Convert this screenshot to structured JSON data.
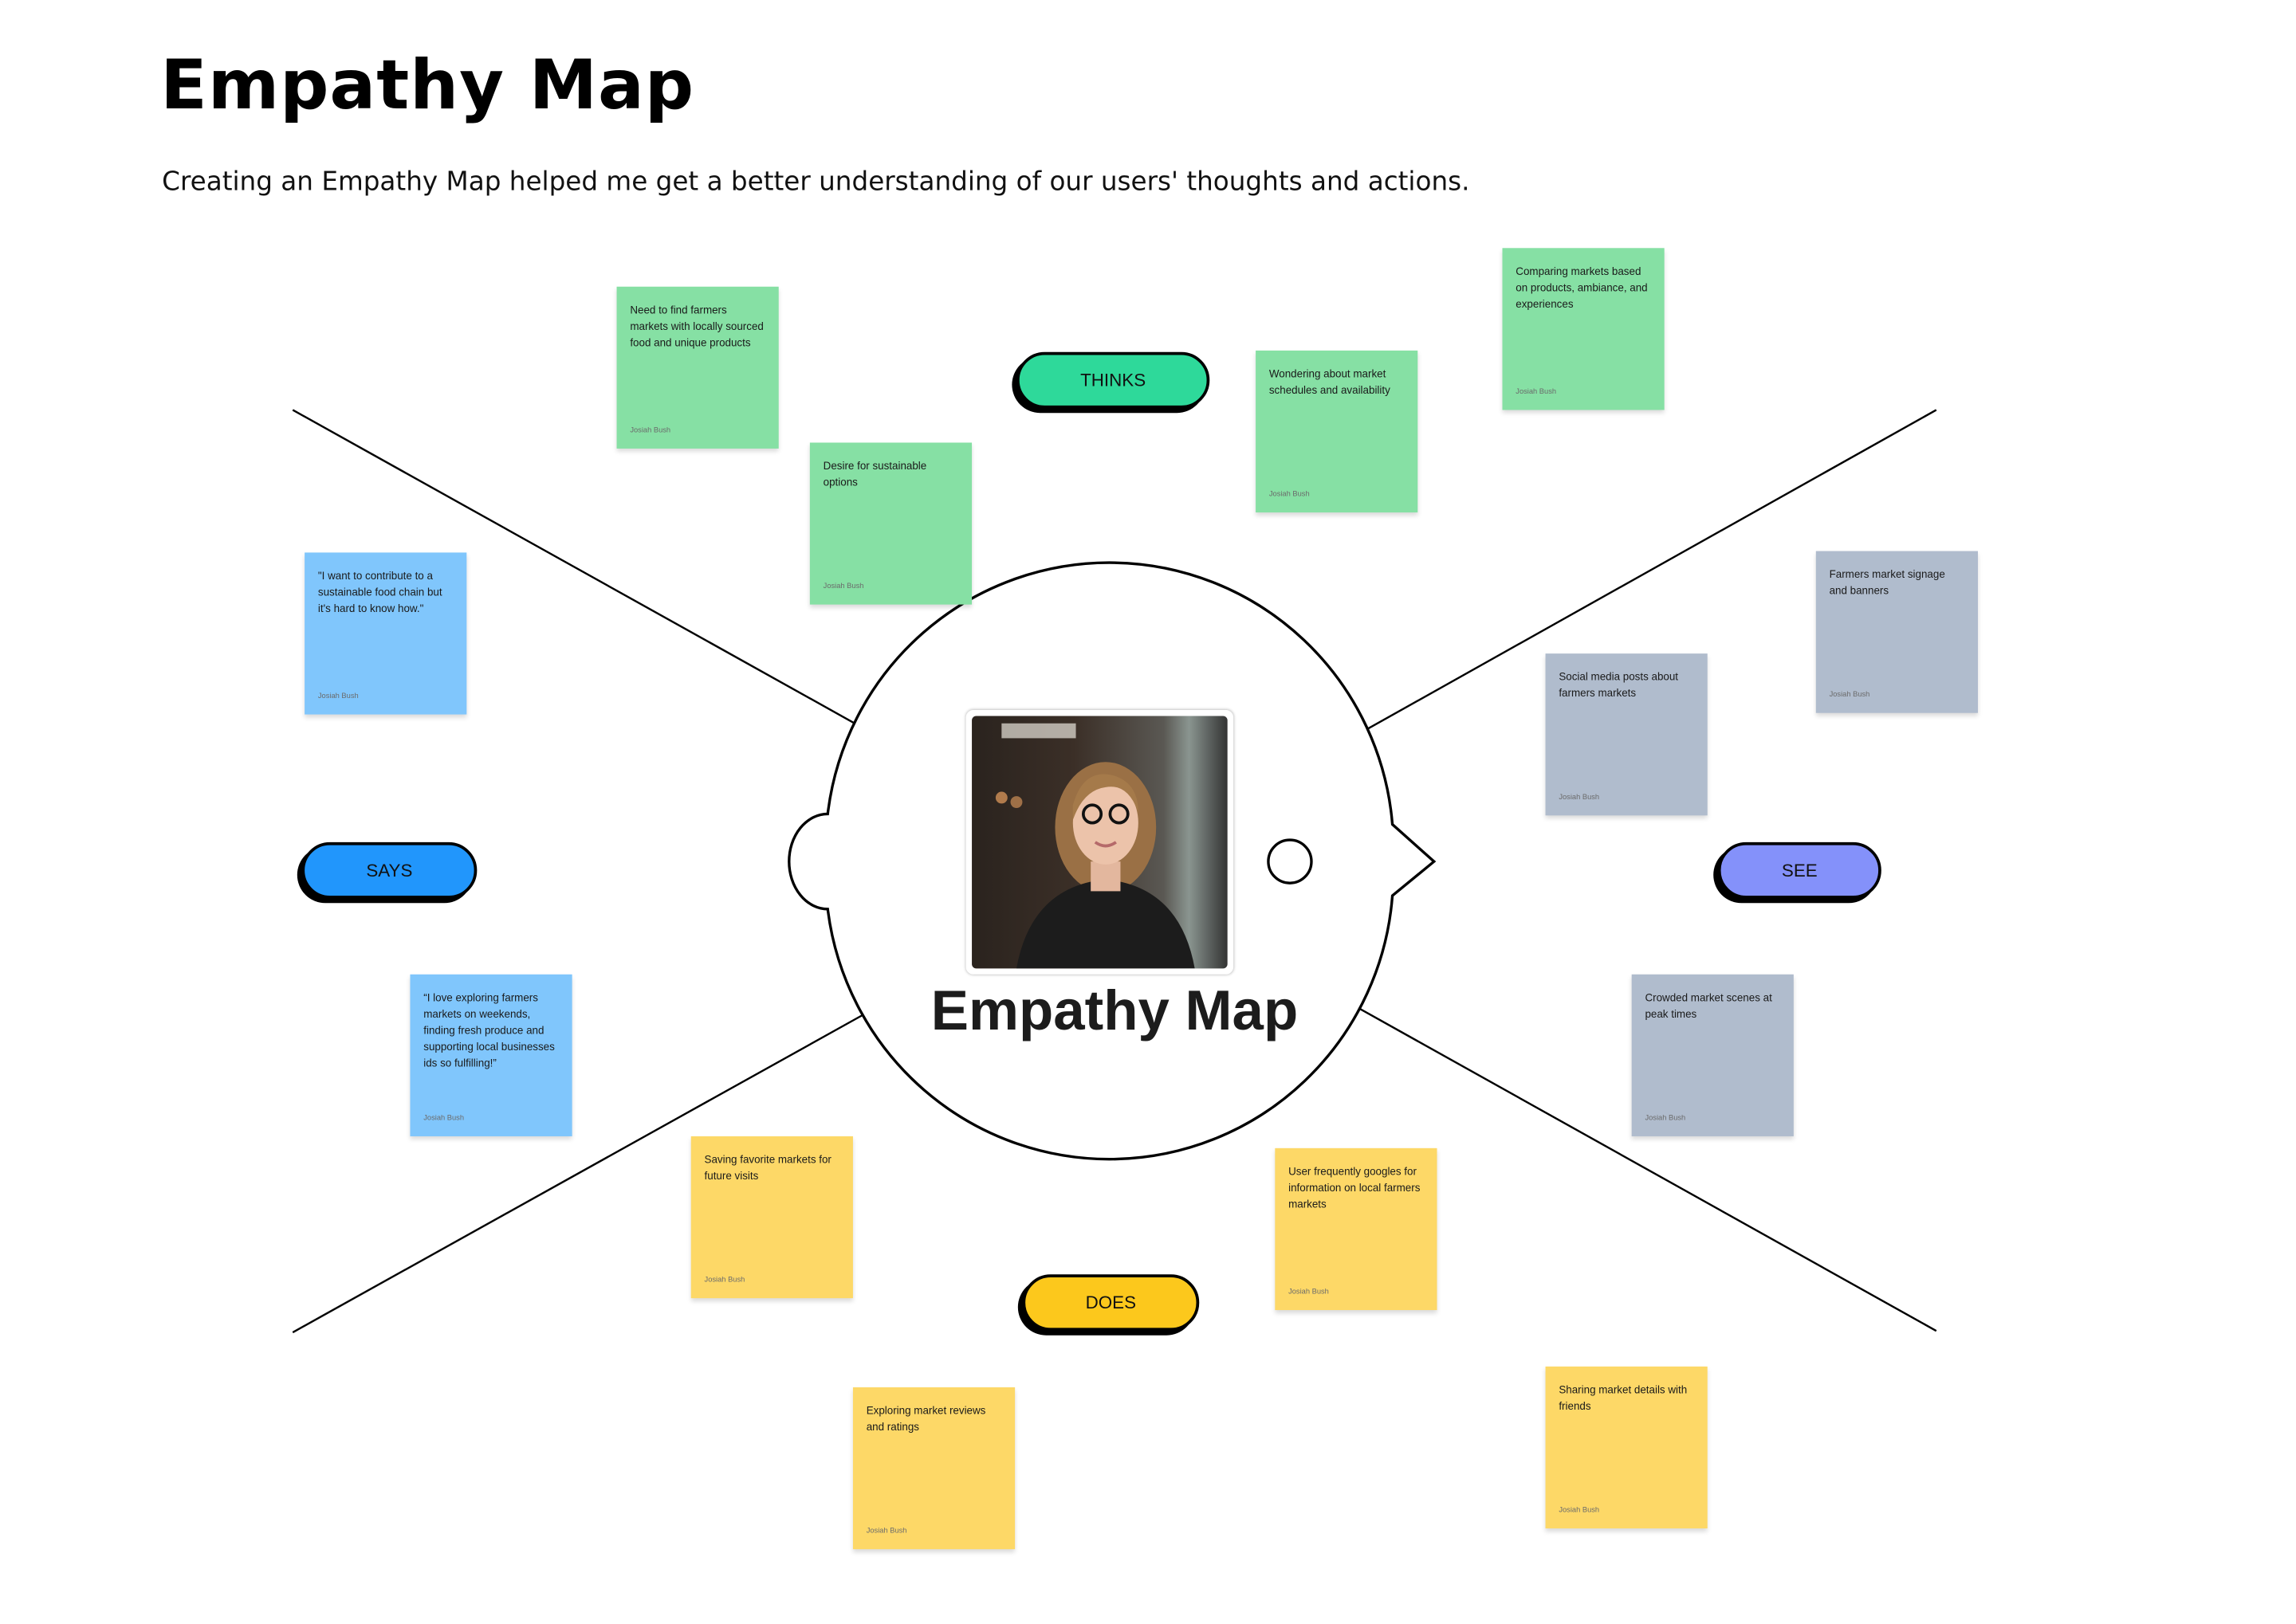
{
  "header": {
    "title": "Empathy Map",
    "subtitle": "Creating an Empathy Map helped me get a better understanding of our users' thoughts and actions."
  },
  "center": {
    "title": "Empathy Map",
    "photo": "user-persona-photo"
  },
  "quadrants": {
    "thinks": {
      "label": "THINKS",
      "color": "#2ed99a"
    },
    "says": {
      "label": "SAYS",
      "color": "#2196fc"
    },
    "see": {
      "label": "SEE",
      "color": "#8491fa"
    },
    "does": {
      "label": "DOES",
      "color": "#fcc81c"
    }
  },
  "notes": {
    "thinks": [
      {
        "text": "Need to find farmers markets with locally sourced food and unique products",
        "author": "Josiah Bush"
      },
      {
        "text": "Desire for sustainable options",
        "author": "Josiah Bush"
      },
      {
        "text": "Wondering about market schedules and availability",
        "author": "Josiah Bush"
      },
      {
        "text": "Comparing markets based on products, ambiance, and experiences",
        "author": "Josiah Bush"
      }
    ],
    "says": [
      {
        "text": "\"I want to contribute to a sustainable food chain but it's hard to know how.\"",
        "author": "Josiah Bush"
      },
      {
        "text": "“I love exploring farmers markets on weekends, finding fresh produce and supporting local businesses ids so fulfilling!”",
        "author": "Josiah Bush"
      }
    ],
    "see": [
      {
        "text": "Farmers market signage and banners",
        "author": "Josiah Bush"
      },
      {
        "text": "Social media posts about farmers markets",
        "author": "Josiah Bush"
      },
      {
        "text": "Crowded market scenes at peak times",
        "author": "Josiah Bush"
      }
    ],
    "does": [
      {
        "text": "Saving favorite markets for future visits",
        "author": "Josiah Bush"
      },
      {
        "text": "User frequently googles for information on local farmers markets",
        "author": "Josiah Bush"
      },
      {
        "text": "Exploring market reviews and ratings",
        "author": "Josiah Bush"
      },
      {
        "text": "Sharing market details with friends",
        "author": "Josiah Bush"
      }
    ]
  }
}
